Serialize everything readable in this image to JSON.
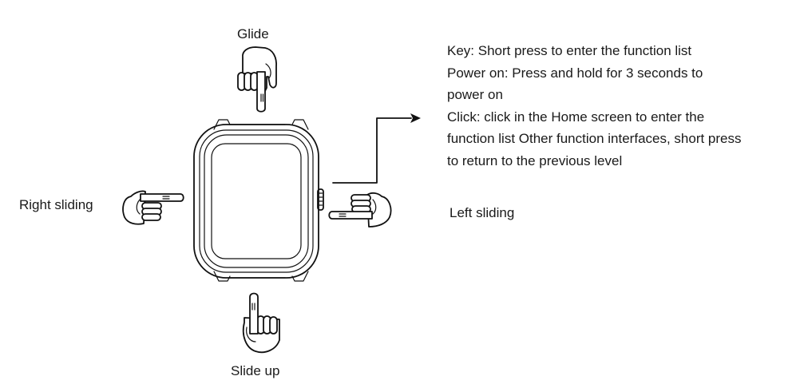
{
  "gestures": {
    "glide": "Glide",
    "right_sliding": "Right sliding",
    "left_sliding": "Left sliding",
    "slide_up": "Slide up"
  },
  "description": {
    "lines": [
      "Key: Short press to enter the function list",
      "Power on: Press and hold for 3 seconds to",
      "power on",
      "Click: click in the Home screen to enter the",
      "function list Other function interfaces, short press",
      "to return to the previous level"
    ]
  },
  "icons": {
    "watch": "smartwatch-outline",
    "crown": "side-button",
    "glide_hand": "hand-pointing-down-icon",
    "right_hand": "hand-pointing-right-icon",
    "left_hand": "hand-pointing-left-icon",
    "up_hand": "hand-pointing-up-icon",
    "arrow": "leader-arrow"
  }
}
